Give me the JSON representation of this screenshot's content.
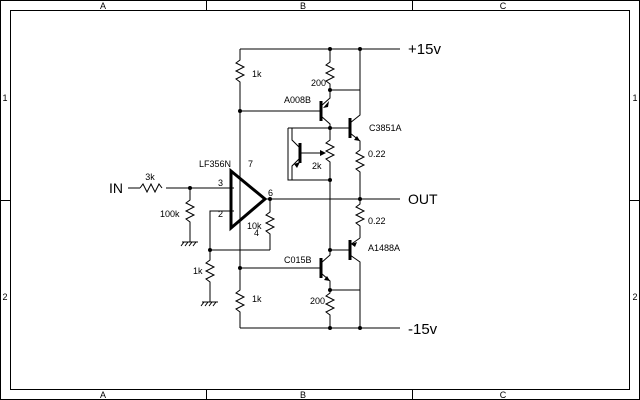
{
  "frame": {
    "zones_top": [
      "A",
      "B",
      "C"
    ],
    "zones_bottom": [
      "A",
      "B",
      "C"
    ],
    "zones_left": [
      "1",
      "2"
    ],
    "zones_right": [
      "1",
      "2"
    ]
  },
  "rails": {
    "positive": "+15v",
    "negative": "-15v"
  },
  "terminals": {
    "input": "IN",
    "output": "OUT"
  },
  "components": {
    "input_resistor": "3k",
    "input_shunt_resistor": "100k",
    "opamp": "LF356N",
    "pin_noninv": "3",
    "pin_inv": "2",
    "pin_out": "6",
    "pin_vplus": "7",
    "pin_vminus": "4",
    "feedback_resistor": "10k",
    "ground_resistor": "1k",
    "upper_bias_resistor": "1k",
    "lower_bias_resistor": "1k",
    "upper_emitter_resistor": "200",
    "lower_emitter_resistor": "200",
    "driver_upper": "A008B",
    "driver_lower": "C015B",
    "bias_pot": "2k",
    "output_upper": "C3851A",
    "output_lower": "A1488A",
    "emitter_resistor_upper": "0.22",
    "emitter_resistor_lower": "0.22"
  }
}
